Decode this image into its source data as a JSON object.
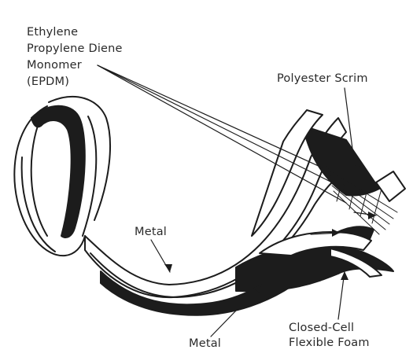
{
  "labels": {
    "epdm": [
      "Ethylene",
      "Propylene Diene",
      "Monomer",
      "(EPDM)"
    ],
    "polyester_scrim": "Polyester Scrim",
    "metal_upper": "Metal",
    "metal_lower": "Metal",
    "foam": [
      "Closed-Cell",
      "Flexible Foam"
    ]
  },
  "colors": {
    "background": "#ffffff",
    "ink": "#1c1c1c",
    "label_text": "#2a2a2a"
  }
}
